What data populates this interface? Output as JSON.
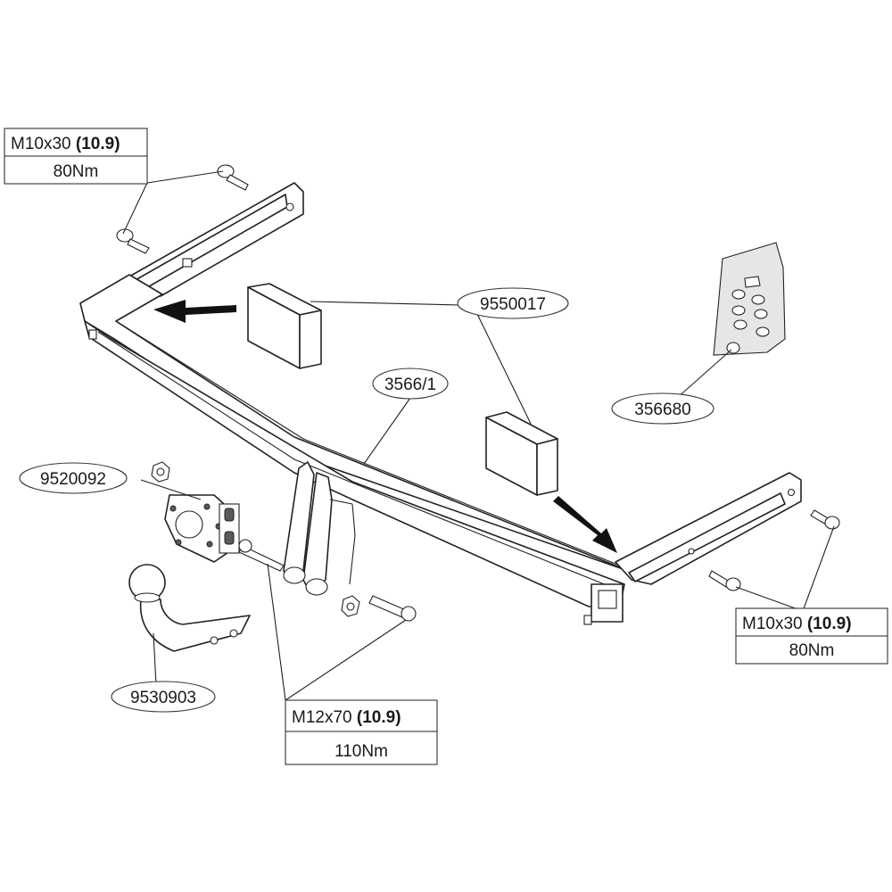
{
  "labels": {
    "bolt_top_left": {
      "spec": "M10x30",
      "grade": "(10.9)",
      "torque": "80Nm"
    },
    "bolt_right": {
      "spec": "M10x30",
      "grade": "(10.9)",
      "torque": "80Nm"
    },
    "bolt_center": {
      "spec": "M12x70",
      "grade": "(10.9)",
      "torque": "110Nm"
    },
    "spacer_part": "9550017",
    "crossbar_part": "3566/1",
    "bolt_kit_part": "356680",
    "socket_plate_part": "9520092",
    "towball_part": "9530903"
  }
}
